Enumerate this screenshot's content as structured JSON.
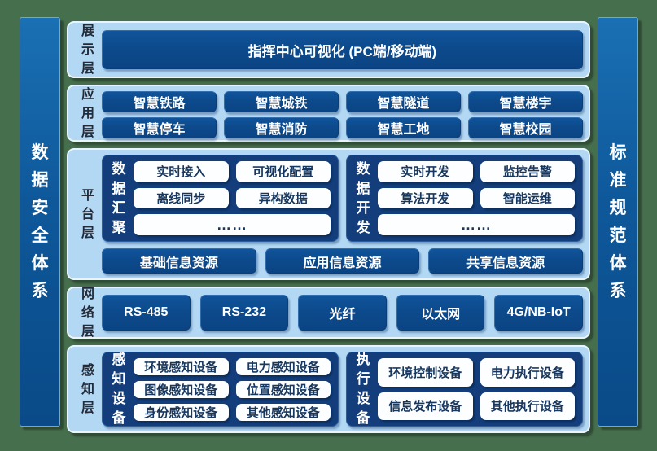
{
  "page": {
    "background": "#466F4D",
    "panel_blue": "#B3D8F4",
    "block_blue": "#0C4A8C",
    "group_blue": "#133E7B",
    "text_navy": "#17375E"
  },
  "left_bar": {
    "label": "数据安全体系"
  },
  "right_bar": {
    "label": "标准规范体系"
  },
  "layers": {
    "display": {
      "label": "展示层",
      "banner": "指挥中心可视化 (PC端/移动端)"
    },
    "application": {
      "label": "应用层",
      "items": [
        "智慧铁路",
        "智慧城铁",
        "智慧隧道",
        "智慧楼宇",
        "智慧停车",
        "智慧消防",
        "智慧工地",
        "智慧校园"
      ]
    },
    "platform": {
      "label": "平台层",
      "groups": [
        {
          "label": "数据汇聚",
          "items": [
            "实时接入",
            "可视化配置",
            "离线同步",
            "异构数据"
          ],
          "more": "……"
        },
        {
          "label": "数据开发",
          "items": [
            "实时开发",
            "监控告警",
            "算法开发",
            "智能运维"
          ],
          "more": "……"
        }
      ],
      "resources": [
        "基础信息资源",
        "应用信息资源",
        "共享信息资源"
      ]
    },
    "network": {
      "label": "网络层",
      "items": [
        "RS-485",
        "RS-232",
        "光纤",
        "以太网",
        "4G/NB-IoT"
      ]
    },
    "perception": {
      "label": "感知层",
      "groups": [
        {
          "label": "感知设备",
          "items": [
            "环境感知设备",
            "电力感知设备",
            "图像感知设备",
            "位置感知设备",
            "身份感知设备",
            "其他感知设备"
          ]
        },
        {
          "label": "执行设备",
          "items": [
            "环境控制设备",
            "电力执行设备",
            "信息发布设备",
            "其他执行设备"
          ]
        }
      ]
    }
  }
}
